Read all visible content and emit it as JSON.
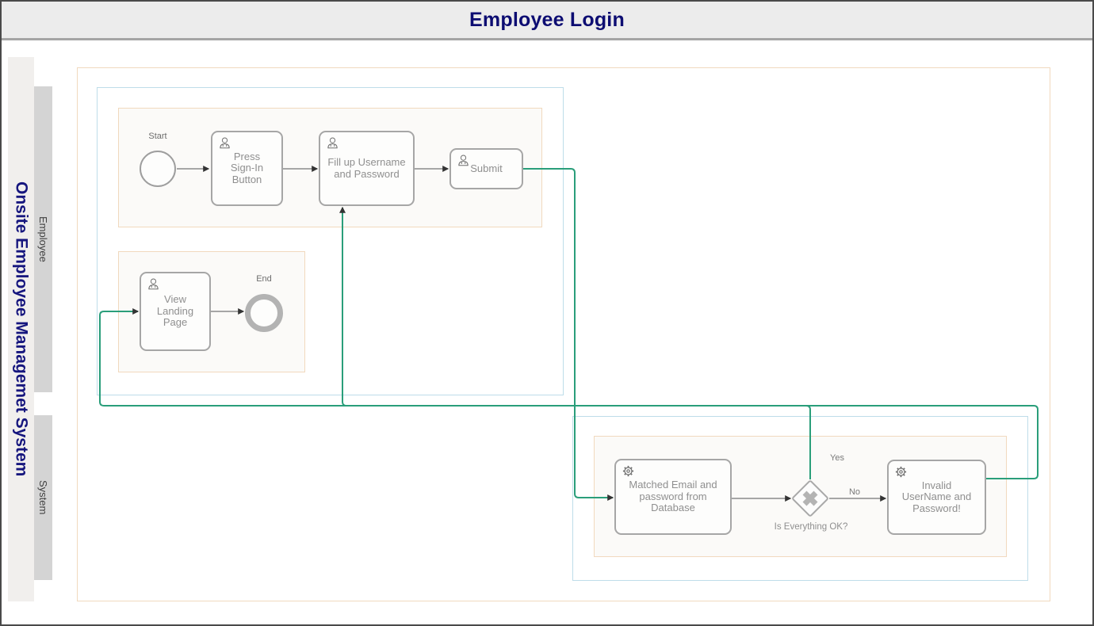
{
  "title": "Employee Login",
  "pool": {
    "label": "Onsite Employee Managemet System",
    "lanes": [
      {
        "label": "Employee"
      },
      {
        "label": "System"
      }
    ]
  },
  "diagram": {
    "events": {
      "start": "Start",
      "end": "End"
    },
    "tasks": {
      "press": "Press Sign-In Button",
      "fill": "Fill up Username and Password",
      "submit": "Submit",
      "view": "View Landing Page",
      "matched": "Matched Email and password from Database",
      "invalid": "Invalid UserName and Password!"
    },
    "gateway": {
      "question": "Is Everything OK?",
      "yes": "Yes",
      "no": "No"
    },
    "icons": {
      "user_task": "user-icon",
      "service_task": "gear-icon",
      "gateway_marker": "x-exclusive-icon"
    }
  },
  "colors": {
    "title_text": "#0d0d72",
    "pool_text": "#16167e",
    "flow_accent": "#2a9e7a",
    "edge_gray": "#8a8a8a",
    "arrowhead": "#333333",
    "group_border_orange": "#f1d9be",
    "group_border_blue": "#bedde9",
    "shape_border": "#a6a6a6"
  }
}
